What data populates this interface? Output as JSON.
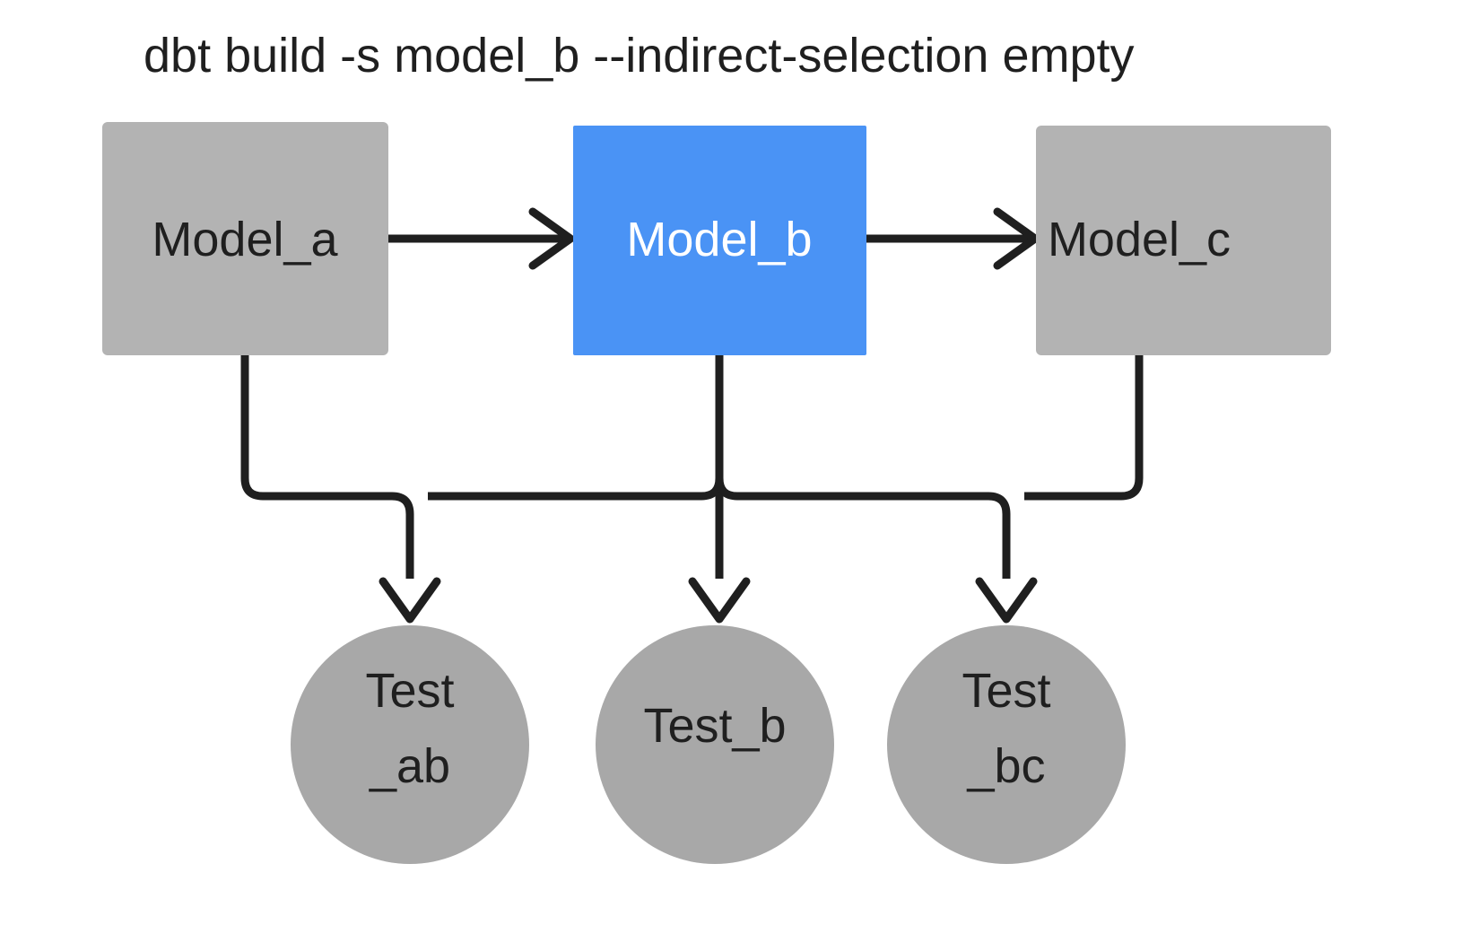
{
  "title": "dbt build -s model_b --indirect-selection empty",
  "colors": {
    "background": "#ffffff",
    "node_default": "#b3b3b3",
    "node_selected": "#4a93f5",
    "edge": "#1f1f1f",
    "text_dark": "#1f1f1f",
    "text_light": "#ffffff"
  },
  "models": [
    {
      "id": "model_a",
      "label": "Model_a",
      "shape": "rect",
      "state": "default"
    },
    {
      "id": "model_b",
      "label": "Model_b",
      "shape": "rect",
      "state": "selected"
    },
    {
      "id": "model_c",
      "label": "Model_c",
      "shape": "rect",
      "state": "default"
    }
  ],
  "tests": [
    {
      "id": "test_ab",
      "label_line1": "Test",
      "label_line2": "_ab",
      "shape": "circle",
      "state": "default"
    },
    {
      "id": "test_b",
      "label_line1": "Test_b",
      "label_line2": "",
      "shape": "circle",
      "state": "default"
    },
    {
      "id": "test_bc",
      "label_line1": "Test",
      "label_line2": "_bc",
      "shape": "circle",
      "state": "default"
    }
  ],
  "edges": [
    {
      "id": "model_a-to-model_b",
      "from": "model_a",
      "to": "model_b"
    },
    {
      "id": "model_b-to-model_c",
      "from": "model_b",
      "to": "model_c"
    },
    {
      "id": "model_a-to-test_ab",
      "from": "model_a",
      "to": "test_ab"
    },
    {
      "id": "model_b-to-test_ab",
      "from": "model_b",
      "to": "test_ab"
    },
    {
      "id": "model_b-to-test_b",
      "from": "model_b",
      "to": "test_b"
    },
    {
      "id": "model_b-to-test_bc",
      "from": "model_b",
      "to": "test_bc"
    },
    {
      "id": "model_c-to-test_bc",
      "from": "model_c",
      "to": "test_bc"
    }
  ]
}
